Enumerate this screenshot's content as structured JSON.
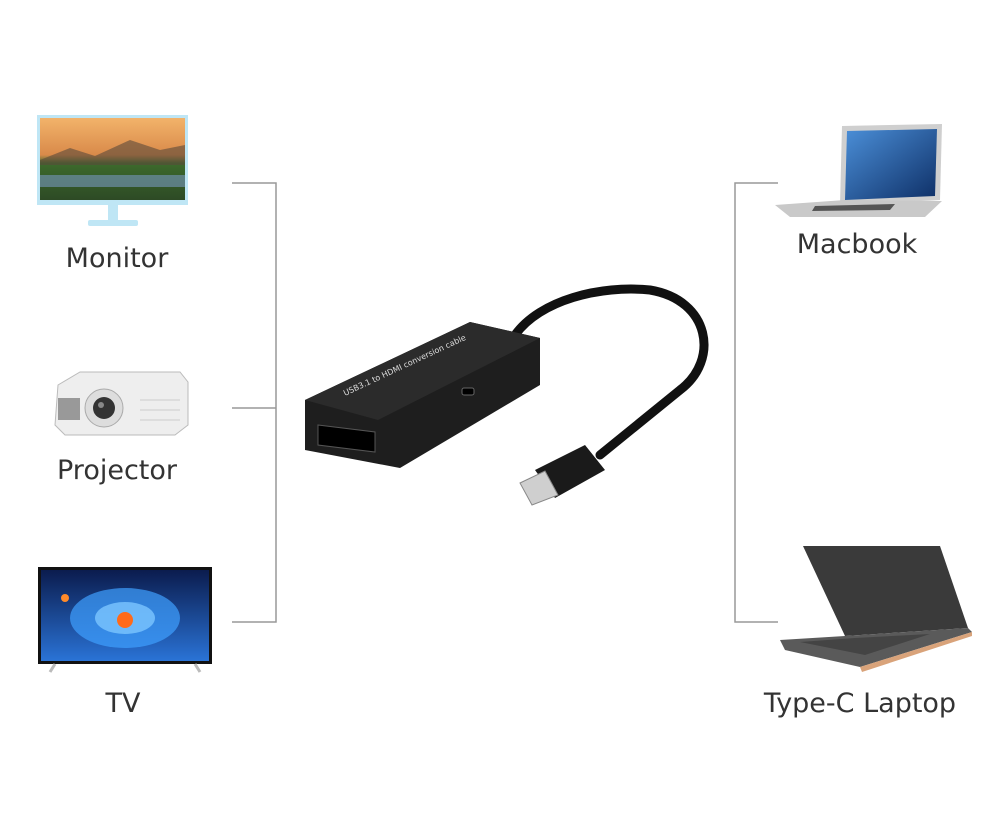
{
  "labels": {
    "monitor": "Monitor",
    "projector": "Projector",
    "tv": "TV",
    "macbook": "Macbook",
    "laptop": "Type-C Laptop"
  },
  "adapter": {
    "print": "USB3.1 to HDMI conversion cable"
  }
}
